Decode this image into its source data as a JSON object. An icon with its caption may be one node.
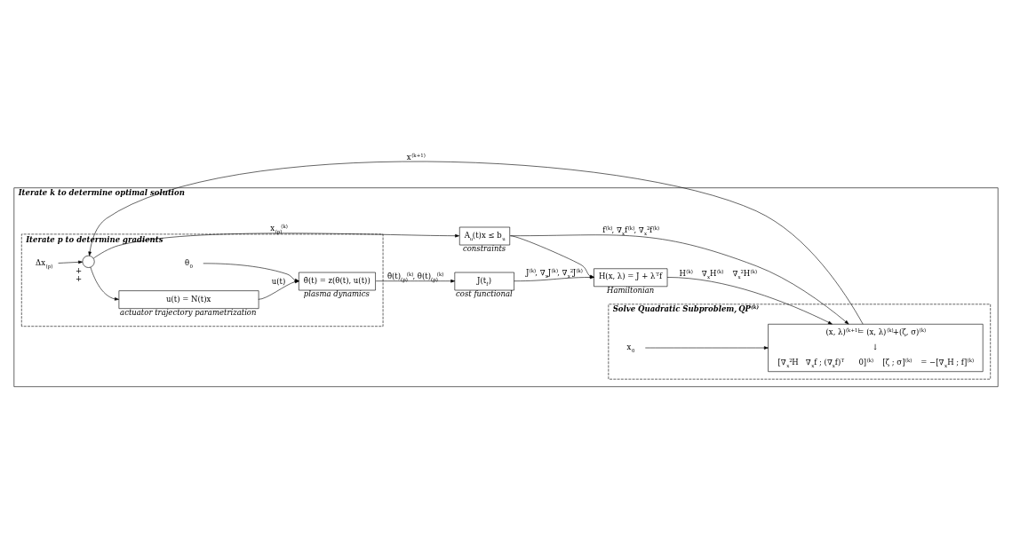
{
  "diagram": {
    "nodes": [
      {
        "text": [
          "Iterate k to determine optimal solution"
        ]
      },
      {
        "text": [
          "Iterate p to determine gradients"
        ],
        "in": 0
      },
      {
        "text": [],
        "shape": "circle",
        "in": 1,
        "beside": [
          "+",
          "+"
        ]
      },
      {
        "text": [
          "u(t) = N(t)x"
        ],
        "in": 1,
        "beside": [
          "actuator trajectory parametrization"
        ]
      },
      {
        "text": [
          "θ̇(t) = z(θ(t), u(t))"
        ],
        "in": 1,
        "beside": [
          "plasma dynamics"
        ]
      },
      {
        "text": [
          "θ$_{0}$"
        ],
        "in": 1
      },
      {
        "text": [
          "Δx$_{(p)}$"
        ],
        "in": 1
      },
      {
        "text": [
          "Solve Quadratic Subproblem, **QP**$^{(k)}$"
        ],
        "in": 0
      },
      {
        "text": [
          "(x, λ)$^{(k+1)}$= (x, λ)$^{(k)}$+(ζ, σ)$^{(k)}$",
          "↓",
          "[∇$_{x}$$^{2}$H   ∇$_{x}$f ; (∇$_{x}$f)$^{T}$   0]$^{(k)}$ [ζ ; σ]$^{(k)}$ = −[∇$_{x}$H ; f]$^{(k)}$"
        ],
        "in": 7
      },
      {
        "text": [
          "x$_{0}$"
        ],
        "in": 7
      },
      {
        "text": [
          "H(x, λ) = J + λ$^{T}$f"
        ],
        "in": 0,
        "beside": [
          "Hamiltonian"
        ]
      },
      {
        "text": [
          "A$_{u}$(t)x ≤ b$_{u}$"
        ],
        "in": 0,
        "beside": [
          "constraints"
        ]
      },
      {
        "text": [
          "J(t$_{f}$)"
        ],
        "in": 0,
        "beside": [
          "cost functional"
        ]
      }
    ],
    "edges": [
      {
        "from": 8,
        "to": 2,
        "arrow": "to",
        "label": "x$^{(k+1)}$"
      },
      {
        "from": 6,
        "to": 2,
        "arrow": "to"
      },
      {
        "from": 2,
        "to": 3,
        "arrow": "to"
      },
      {
        "from": 3,
        "to": 4,
        "arrow": "to",
        "label": "u(t)"
      },
      {
        "from": 5,
        "to": 4,
        "arrow": "to"
      },
      {
        "from": 4,
        "to": 12,
        "arrow": "to",
        "label": "θ̇(t)$_{(p)}$$^{(k)}$, θ(t)$_{(p)}$$^{(k)}$"
      },
      {
        "from": 2,
        "to": 11,
        "arrow": "to",
        "label": "x$_{(p)}$$^{(k)}$"
      },
      {
        "from": 11,
        "to": 8,
        "arrow": "to",
        "label": "f$^{(k)}$, ∇$_{x}$f$^{(k)}$, ∇$_{x}$$^{2}$f$^{(k)}$"
      },
      {
        "from": 11,
        "to": 10,
        "arrow": "to"
      },
      {
        "from": 12,
        "to": 10,
        "arrow": "to",
        "label": "J$^{(k)}$, ∇$_{x}$J$^{(k)}$, ∇$_{x}$$^{2}$J$^{(k)}$"
      },
      {
        "from": 10,
        "to": 8,
        "arrow": "to",
        "label": "H$^{(k)}$ ∇$_{x}$H$^{(k)}$ ∇$_{x}$$^{2}$H$^{(k)}$"
      },
      {
        "from": 9,
        "to": 8,
        "arrow": "to"
      }
    ]
  }
}
